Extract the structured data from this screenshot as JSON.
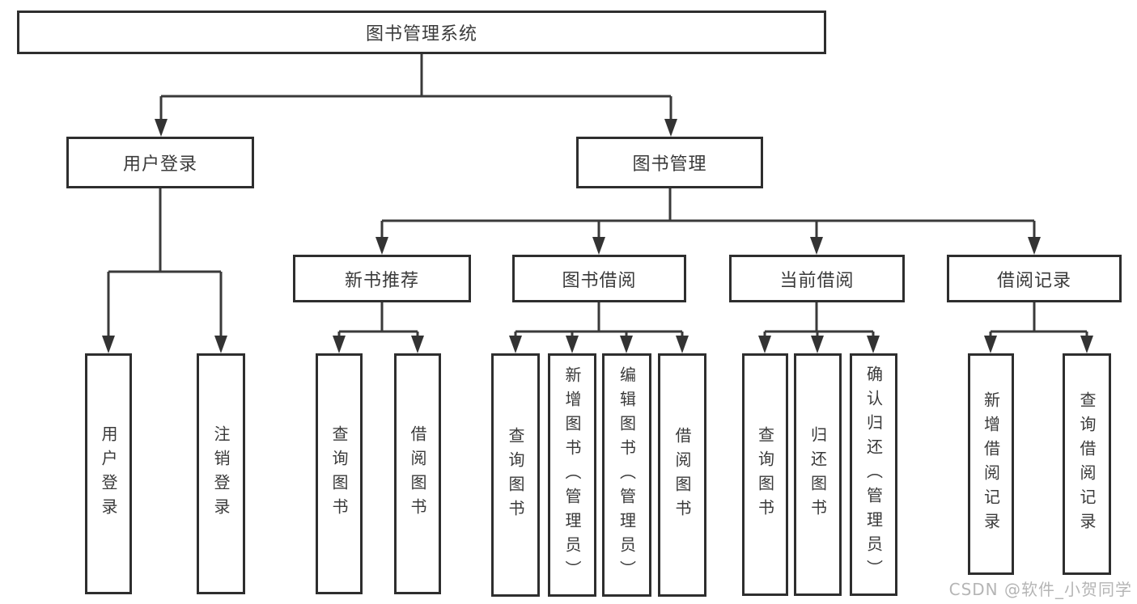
{
  "watermark": "CSDN @软件_小贺同学",
  "colors": {
    "line": "#3a3a3a",
    "border": "#2e2e2e",
    "text": "#3a3a3a",
    "watermark": "#b5b5b5",
    "background": "#ffffff"
  },
  "diagram": {
    "root": {
      "label": "图书管理系统"
    },
    "branches": [
      {
        "label": "用户登录",
        "leaves": [
          {
            "label": "用户登录"
          },
          {
            "label": "注销登录"
          }
        ]
      },
      {
        "label": "图书管理",
        "groups": [
          {
            "label": "新书推荐",
            "leaves": [
              {
                "label": "查询图书"
              },
              {
                "label": "借阅图书"
              }
            ]
          },
          {
            "label": "图书借阅",
            "leaves": [
              {
                "label": "查询图书"
              },
              {
                "label": "新增图书（管理员）"
              },
              {
                "label": "编辑图书（管理员）"
              },
              {
                "label": "借阅图书"
              }
            ]
          },
          {
            "label": "当前借阅",
            "leaves": [
              {
                "label": "查询图书"
              },
              {
                "label": "归还图书"
              },
              {
                "label": "确认归还（管理员）"
              }
            ]
          },
          {
            "label": "借阅记录",
            "leaves": [
              {
                "label": "新增借阅记录"
              },
              {
                "label": "查询借阅记录"
              }
            ]
          }
        ]
      }
    ]
  }
}
